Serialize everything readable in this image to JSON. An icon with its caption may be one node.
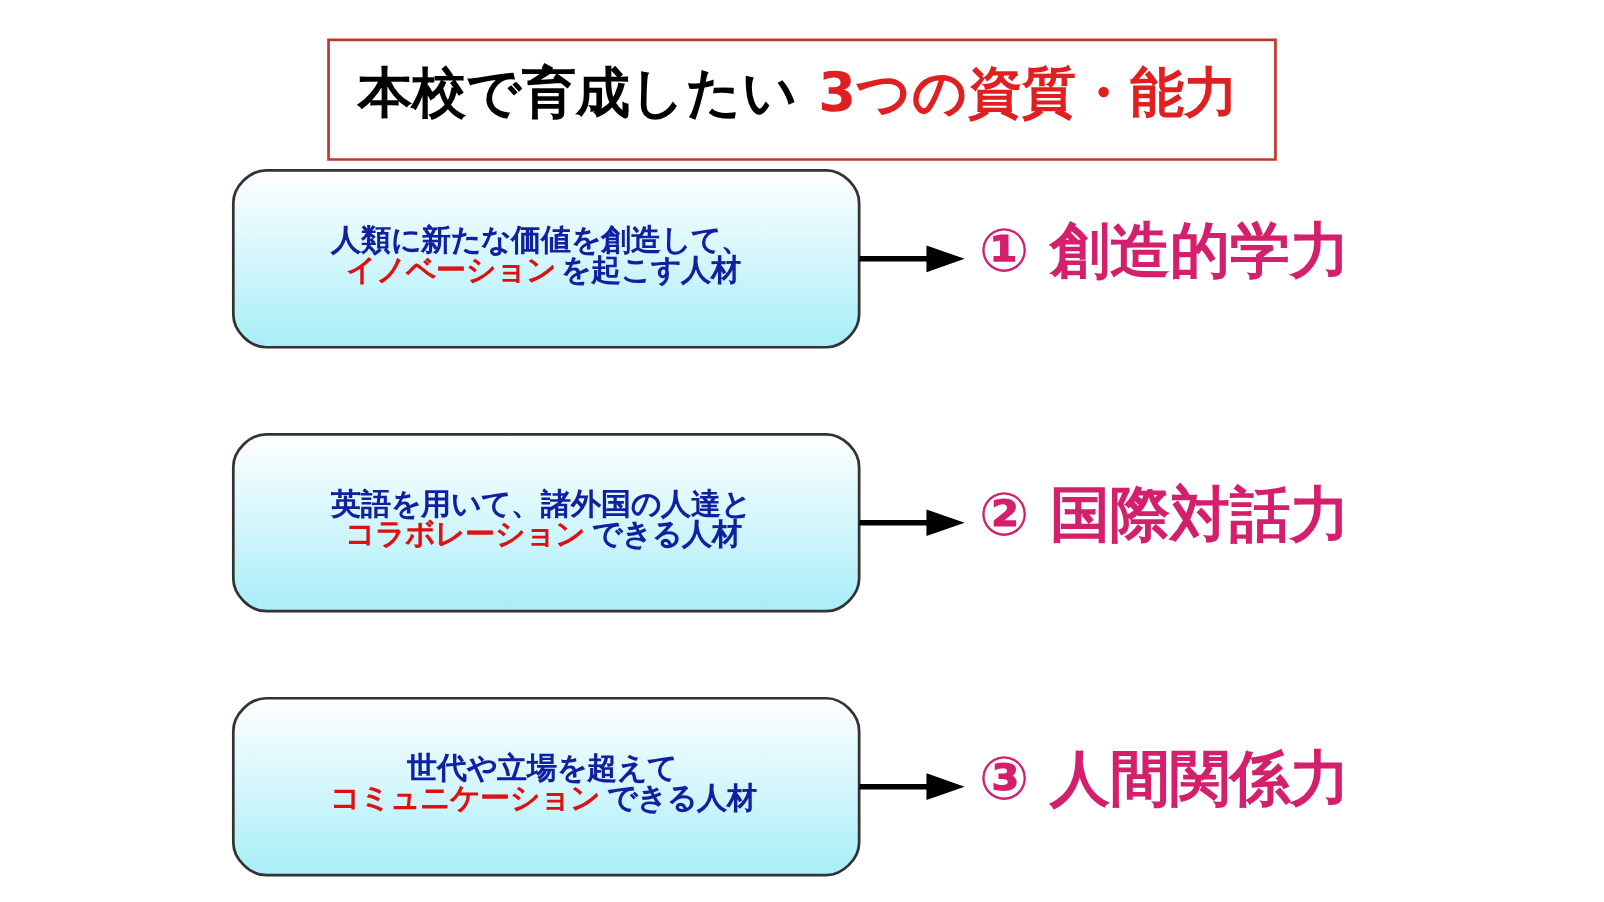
{
  "diagram": {
    "title": "本校で育成したい **3つの資質・能力**",
    "nodes": [
      {
        "text": [
          "人類に新たな価値を創造して、**イノベーション**を起こす人材"
        ]
      },
      {
        "text": [
          "① 創造的学力"
        ]
      },
      {
        "text": [
          "英語を用いて、諸外国の人達と**コラボレーション**できる人材"
        ]
      },
      {
        "text": [
          "② 国際対話力"
        ]
      },
      {
        "text": [
          "世代や立場を超えて**コミュニケーション**できる人材"
        ]
      },
      {
        "text": [
          "③ 人間関係力"
        ]
      }
    ],
    "edges": [
      {
        "from": 0,
        "to": 1,
        "arrow": "to"
      },
      {
        "from": 2,
        "to": 3,
        "arrow": "to"
      },
      {
        "from": 4,
        "to": 5,
        "arrow": "to"
      }
    ]
  }
}
